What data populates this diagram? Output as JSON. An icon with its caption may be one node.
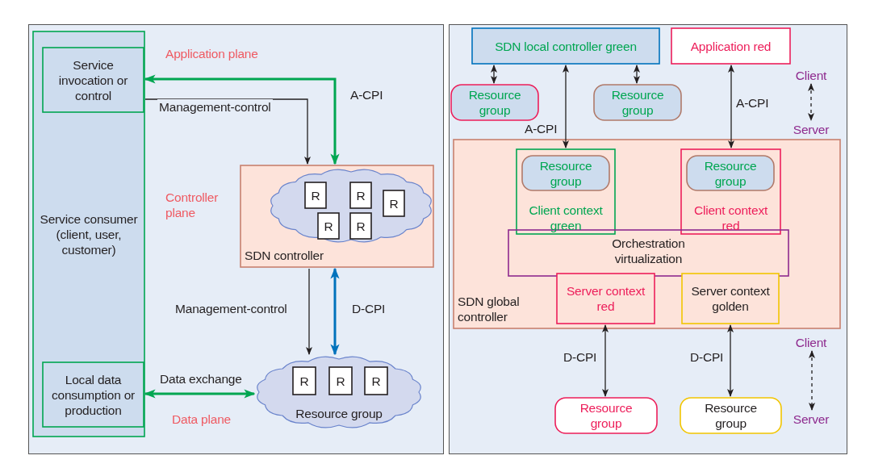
{
  "diagram": {
    "nodes": [
      {
        "text": [
          "Service consumer (client, user, customer)"
        ]
      },
      {
        "text": [
          "Service invocation or control"
        ],
        "in": 0
      },
      {
        "text": [
          "Local data consumption or production"
        ],
        "in": 0
      },
      {
        "text": [
          "SDN controller"
        ]
      },
      {
        "text": [],
        "shape": "cloud",
        "in": 3
      },
      {
        "text": [
          "R"
        ],
        "in": 4
      },
      {
        "text": [
          "R"
        ],
        "in": 4
      },
      {
        "text": [
          "R"
        ],
        "in": 4
      },
      {
        "text": [
          "R"
        ],
        "in": 4
      },
      {
        "text": [
          "R"
        ],
        "in": 4
      },
      {
        "text": [
          "Resource group"
        ]
      },
      {
        "text": [
          "R"
        ],
        "in": 10
      },
      {
        "text": [
          "R"
        ],
        "in": 10
      },
      {
        "text": [
          "R"
        ],
        "in": 10
      },
      {
        "text": [
          "SDN local controller green"
        ]
      },
      {
        "text": [
          "Application red"
        ]
      },
      {
        "text": [
          "Resource group"
        ]
      },
      {
        "text": [
          "Resource group"
        ]
      },
      {
        "text": [
          "SDN global controller"
        ]
      },
      {
        "text": [
          "Client context green"
        ],
        "in": 18
      },
      {
        "text": [
          "Resource group"
        ],
        "in": 19
      },
      {
        "text": [
          "Client context red"
        ],
        "in": 18
      },
      {
        "text": [
          "Resource group"
        ],
        "in": 21
      },
      {
        "text": [
          "Orchestration virtualization"
        ],
        "in": 18
      },
      {
        "text": [
          "Server context red"
        ],
        "in": 18
      },
      {
        "text": [
          "Server context golden"
        ],
        "in": 18
      },
      {
        "text": [
          "Resource group"
        ]
      },
      {
        "text": [
          "Resource group"
        ]
      },
      {
        "text": [
          "Client"
        ]
      },
      {
        "text": [
          "Server"
        ]
      },
      {
        "text": [
          "Client"
        ]
      },
      {
        "text": [
          "Server"
        ]
      }
    ],
    "edges": [
      {
        "from": 3,
        "to": 1,
        "arrow": "both",
        "label": "A-CPI",
        "style": "thick",
        "color": "#00a651"
      },
      {
        "from": 1,
        "to": 3,
        "arrow": "to",
        "label": "Management-control"
      },
      {
        "from": 3,
        "to": 10,
        "arrow": "to",
        "label": "Management-control"
      },
      {
        "from": 3,
        "to": 10,
        "arrow": "both",
        "label": "D-CPI",
        "style": "thick",
        "color": "#0072bc"
      },
      {
        "from": 2,
        "to": 10,
        "arrow": "both",
        "label": "Data exchange",
        "style": "thick",
        "color": "#00a651"
      },
      {
        "from": 14,
        "to": 16,
        "arrow": "both"
      },
      {
        "from": 14,
        "to": 17,
        "arrow": "both"
      },
      {
        "from": 14,
        "to": 19,
        "arrow": "both",
        "label": "A-CPI"
      },
      {
        "from": 15,
        "to": 21,
        "arrow": "both",
        "label": "A-CPI"
      },
      {
        "from": 28,
        "to": 29,
        "arrow": "both",
        "style": "dashed"
      },
      {
        "from": 24,
        "to": 26,
        "arrow": "both",
        "label": "D-CPI"
      },
      {
        "from": 25,
        "to": 27,
        "arrow": "both",
        "label": "D-CPI"
      },
      {
        "from": 30,
        "to": 31,
        "arrow": "both",
        "style": "dashed"
      }
    ],
    "labels": [
      "Application plane",
      "Controller plane",
      "Data plane"
    ]
  }
}
